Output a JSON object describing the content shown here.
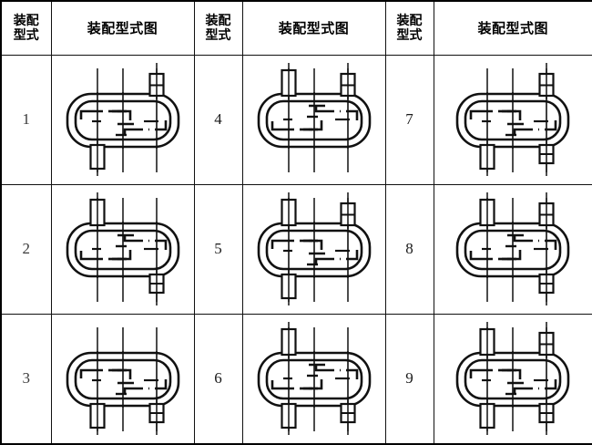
{
  "table": {
    "headers": {
      "type_col": {
        "line1": "装配",
        "line2": "型式"
      },
      "figure_col": "装配型式图"
    },
    "column_headers_order": [
      "装配型式",
      "装配型式图",
      "装配型式",
      "装配型式图",
      "装配型式",
      "装配型式图"
    ],
    "rows": [
      {
        "cells": [
          {
            "number": "1",
            "figure": "assembly-type-1"
          },
          {
            "number": "4",
            "figure": "assembly-type-4"
          },
          {
            "number": "7",
            "figure": "assembly-type-7"
          }
        ]
      },
      {
        "cells": [
          {
            "number": "2",
            "figure": "assembly-type-2"
          },
          {
            "number": "5",
            "figure": "assembly-type-5"
          },
          {
            "number": "8",
            "figure": "assembly-type-8"
          }
        ]
      },
      {
        "cells": [
          {
            "number": "3",
            "figure": "assembly-type-3"
          },
          {
            "number": "6",
            "figure": "assembly-type-6"
          },
          {
            "number": "9",
            "figure": "assembly-type-9"
          }
        ]
      }
    ]
  },
  "figures": {
    "assembly-type-1": {
      "name": "gearbox-diagram-1",
      "shafts": {
        "top_left": false,
        "top_right": true,
        "bottom_left": true,
        "bottom_right": false
      },
      "gear_layout": "upper-left-lower-right"
    },
    "assembly-type-2": {
      "name": "gearbox-diagram-2",
      "shafts": {
        "top_left": true,
        "top_right": false,
        "bottom_left": false,
        "bottom_right": true
      },
      "gear_layout": "lower-left-upper-right"
    },
    "assembly-type-3": {
      "name": "gearbox-diagram-3",
      "shafts": {
        "top_left": false,
        "top_right": false,
        "bottom_left": true,
        "bottom_right": true
      },
      "gear_layout": "upper-left-lower-right"
    },
    "assembly-type-4": {
      "name": "gearbox-diagram-4",
      "shafts": {
        "top_left": true,
        "top_right": true,
        "bottom_left": false,
        "bottom_right": false
      },
      "gear_layout": "lower-left-upper-right"
    },
    "assembly-type-5": {
      "name": "gearbox-diagram-5",
      "shafts": {
        "top_left": true,
        "top_right": true,
        "bottom_left": true,
        "bottom_right": false
      },
      "gear_layout": "upper-left-lower-right"
    },
    "assembly-type-6": {
      "name": "gearbox-diagram-6",
      "shafts": {
        "top_left": true,
        "top_right": false,
        "bottom_left": true,
        "bottom_right": true
      },
      "gear_layout": "lower-left-upper-right"
    },
    "assembly-type-7": {
      "name": "gearbox-diagram-7",
      "shafts": {
        "top_left": false,
        "top_right": true,
        "bottom_left": true,
        "bottom_right": true
      },
      "gear_layout": "upper-left-lower-right"
    },
    "assembly-type-8": {
      "name": "gearbox-diagram-8",
      "shafts": {
        "top_left": true,
        "top_right": true,
        "bottom_left": false,
        "bottom_right": true
      },
      "gear_layout": "lower-left-upper-right"
    },
    "assembly-type-9": {
      "name": "gearbox-diagram-9",
      "shafts": {
        "top_left": true,
        "top_right": true,
        "bottom_left": true,
        "bottom_right": true
      },
      "gear_layout": "upper-left-lower-right"
    }
  },
  "colors": {
    "line": "#111111",
    "border": "#000000",
    "background": "#ffffff"
  }
}
